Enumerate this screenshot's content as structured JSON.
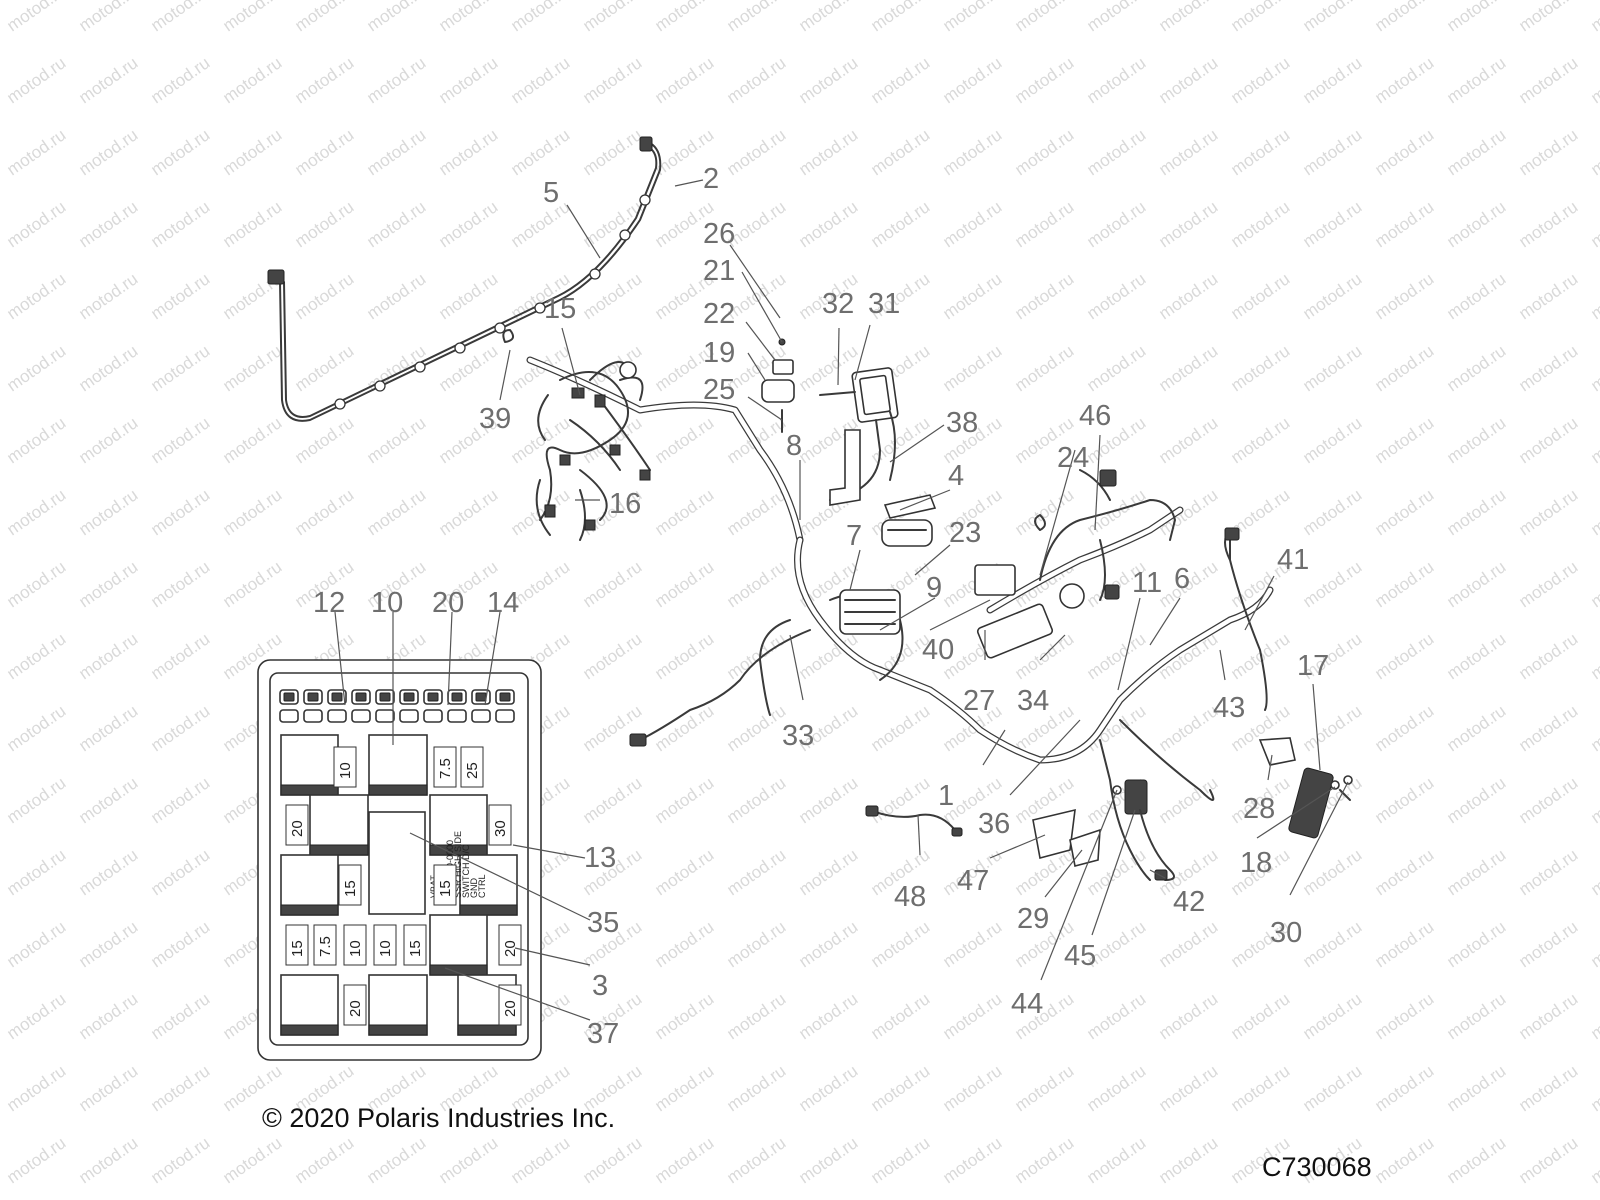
{
  "watermark": "motod.ru",
  "callouts": [
    {
      "id": "1",
      "text": "1"
    },
    {
      "id": "2",
      "text": "2"
    },
    {
      "id": "3",
      "text": "3"
    },
    {
      "id": "4",
      "text": "4"
    },
    {
      "id": "5",
      "text": "5"
    },
    {
      "id": "6",
      "text": "6"
    },
    {
      "id": "7",
      "text": "7"
    },
    {
      "id": "8",
      "text": "8"
    },
    {
      "id": "9",
      "text": "9"
    },
    {
      "id": "10",
      "text": "10"
    },
    {
      "id": "11",
      "text": "11"
    },
    {
      "id": "12",
      "text": "12"
    },
    {
      "id": "13",
      "text": "13"
    },
    {
      "id": "14",
      "text": "14"
    },
    {
      "id": "15",
      "text": "15"
    },
    {
      "id": "16",
      "text": "16"
    },
    {
      "id": "17",
      "text": "17"
    },
    {
      "id": "18",
      "text": "18"
    },
    {
      "id": "19",
      "text": "19"
    },
    {
      "id": "20",
      "text": "20"
    },
    {
      "id": "21",
      "text": "21"
    },
    {
      "id": "22",
      "text": "22"
    },
    {
      "id": "23",
      "text": "23"
    },
    {
      "id": "24",
      "text": "24"
    },
    {
      "id": "25",
      "text": "25"
    },
    {
      "id": "26",
      "text": "26"
    },
    {
      "id": "27",
      "text": "27"
    },
    {
      "id": "28",
      "text": "28"
    },
    {
      "id": "29",
      "text": "29"
    },
    {
      "id": "30",
      "text": "30"
    },
    {
      "id": "31",
      "text": "31"
    },
    {
      "id": "32",
      "text": "32"
    },
    {
      "id": "33",
      "text": "33"
    },
    {
      "id": "34",
      "text": "34"
    },
    {
      "id": "35",
      "text": "35"
    },
    {
      "id": "36",
      "text": "36"
    },
    {
      "id": "37",
      "text": "37"
    },
    {
      "id": "38",
      "text": "38"
    },
    {
      "id": "39",
      "text": "39"
    },
    {
      "id": "40",
      "text": "40"
    },
    {
      "id": "41",
      "text": "41"
    },
    {
      "id": "42",
      "text": "42"
    },
    {
      "id": "43",
      "text": "43"
    },
    {
      "id": "44",
      "text": "44"
    },
    {
      "id": "45",
      "text": "45"
    },
    {
      "id": "46",
      "text": "46"
    },
    {
      "id": "47",
      "text": "47"
    },
    {
      "id": "48",
      "text": "48"
    }
  ],
  "fuse_box": {
    "fuse_ratings": [
      "10",
      "7.5",
      "25",
      "20",
      "30",
      "15",
      "15",
      "15",
      "7.5",
      "10",
      "10",
      "15",
      "20",
      "20",
      "20"
    ],
    "relay_label": [
      "VBAT",
      "OUT",
      "4015330-0000",
      "SSR HIGH SIDE",
      "SWITCH D/C",
      "GND",
      "CTRL"
    ]
  },
  "footer": {
    "copyright": "© 2020 Polaris Industries Inc.",
    "figure_code": "C730068"
  }
}
